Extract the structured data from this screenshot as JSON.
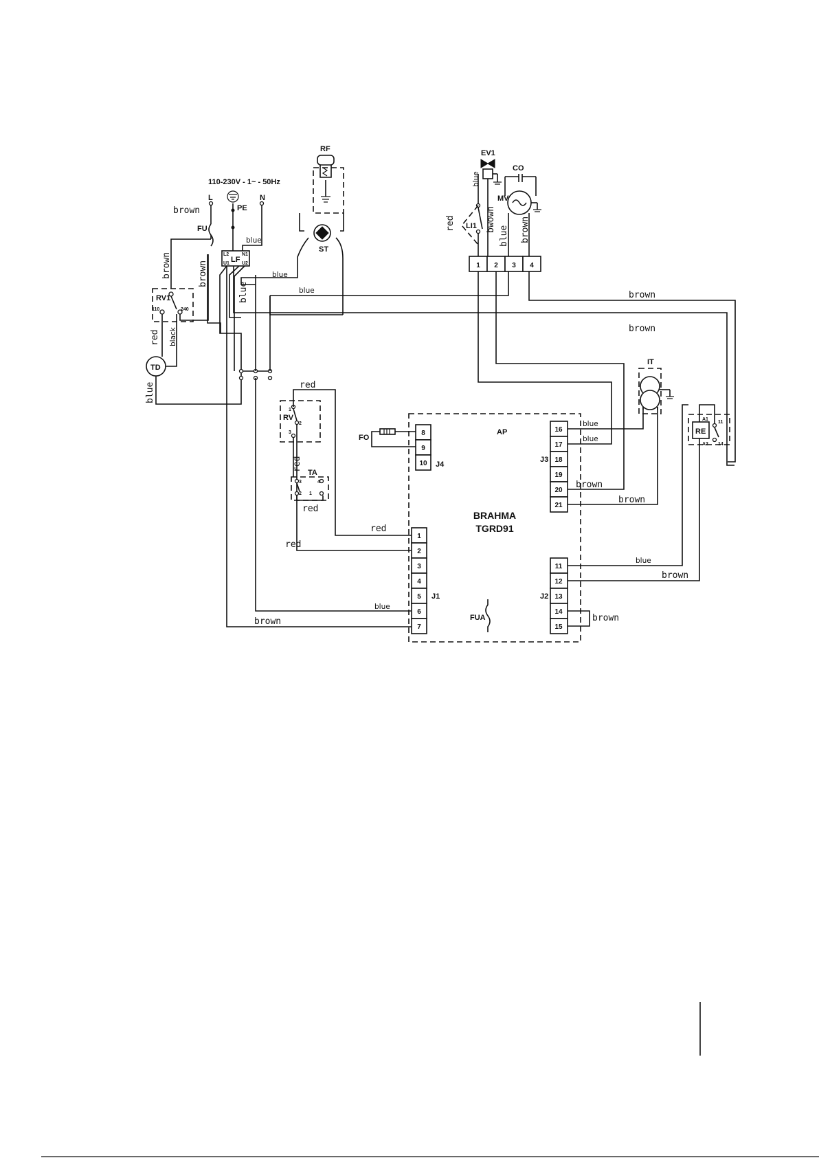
{
  "supply": {
    "voltage": "110-230V - 1~ - 50Hz",
    "line": "L",
    "neutral": "N",
    "earth": "PE"
  },
  "components": {
    "fu": "FU",
    "rv1": "RV1",
    "rv1_110": "110",
    "rv1_240": "240",
    "td": "TD",
    "lf": "LF",
    "lf_l2": "L2",
    "lf_n1": "N1",
    "lf_u1": "U1",
    "lf_u2": "U2",
    "st": "ST",
    "rf": "RF",
    "ev1": "EV1",
    "co": "CO",
    "mv": "MV",
    "li1": "LI1",
    "rv": "RV",
    "rv_1": "1",
    "rv_2": "2",
    "rv_3": "3",
    "ta": "TA",
    "ta_3": "3",
    "ta_2": "2",
    "ta_4": "4",
    "ta_1": "1",
    "fo": "FO",
    "it": "IT",
    "re": "RE",
    "re_a1": "A1",
    "re_a2": "A2",
    "re_11": "11",
    "re_14": "14"
  },
  "board": {
    "ap": "AP",
    "name": "BRAHMA",
    "model": "TGRD91",
    "fua": "FUA",
    "j1": "J1",
    "j2": "J2",
    "j3": "J3",
    "j4": "J4",
    "j1_pins": [
      "1",
      "2",
      "3",
      "4",
      "5",
      "6",
      "7"
    ],
    "j2_pins": [
      "11",
      "12",
      "13",
      "14",
      "15"
    ],
    "j3_pins": [
      "16",
      "17",
      "18",
      "19",
      "20",
      "21"
    ],
    "j4_pins": [
      "8",
      "9",
      "10"
    ]
  },
  "terminal_block": [
    "1",
    "2",
    "3",
    "4"
  ],
  "wire_labels": {
    "brown": "brown",
    "blue": "blue",
    "red": "red",
    "black": "black",
    "bwown": "bwown"
  }
}
